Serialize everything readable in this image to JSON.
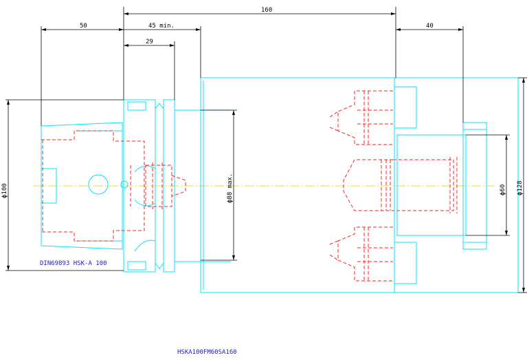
{
  "dimensions": {
    "d160": "160",
    "d50": "50",
    "d45min": "45 min.",
    "d29": "29",
    "d40": "40",
    "dia100": "ϕ100",
    "dia88": "ϕ88 max.",
    "dia60": "ϕ60",
    "dia128": "ϕ128"
  },
  "notes": {
    "standard": "DIN69893 HSK-A 100",
    "part_code": "HSKA100FM60SA160"
  },
  "colors": {
    "outline": "#00e5ff",
    "hidden": "#ff2020",
    "dimension": "#000000",
    "centerline": "#e0d000",
    "note": "#1a1ad0"
  }
}
